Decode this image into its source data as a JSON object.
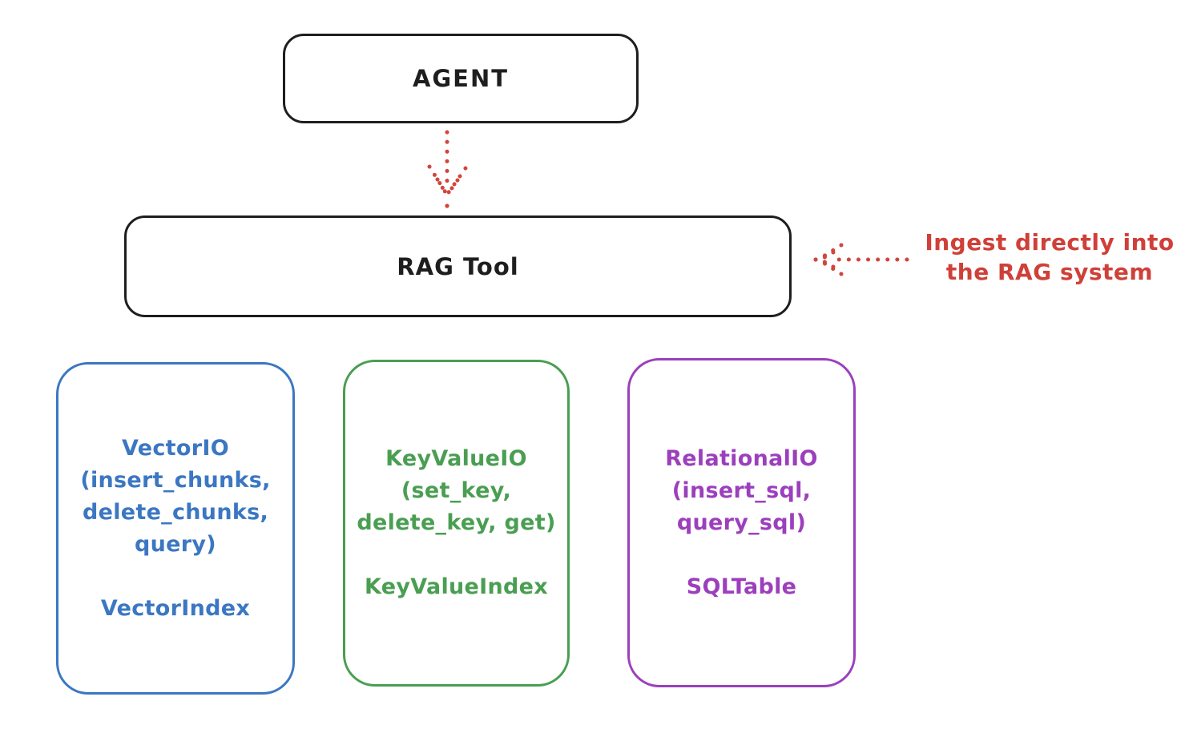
{
  "canvas": {
    "background": "#ffffff",
    "ink_color": "#1e1e1e"
  },
  "agent_box": {
    "label": "AGENT"
  },
  "rag_box": {
    "label": "RAG Tool"
  },
  "arrows": {
    "color": "#d1453d",
    "agent_to_rag": "dotted-arrow-down",
    "annotation_to_rag": "dotted-arrow-left"
  },
  "annotation": {
    "line1": "Ingest directly into",
    "line2": "the RAG system",
    "color": "#cf4038"
  },
  "io_boxes": [
    {
      "id": "vector-io",
      "color": "#3b77c2",
      "lines": [
        "VectorIO",
        "(insert_chunks,",
        "delete_chunks,",
        "query)"
      ],
      "index_label": "VectorIndex"
    },
    {
      "id": "keyvalue-io",
      "color": "#4a9e52",
      "lines": [
        "KeyValueIO",
        "(set_key,",
        "delete_key, get)"
      ],
      "index_label": "KeyValueIndex"
    },
    {
      "id": "relational-io",
      "color": "#9c3fbd",
      "lines": [
        "RelationalIO",
        "(insert_sql,",
        "query_sql)"
      ],
      "index_label": "SQLTable"
    }
  ]
}
